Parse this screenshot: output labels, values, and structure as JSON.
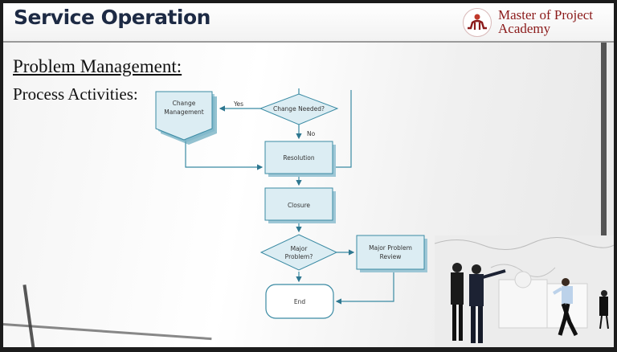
{
  "header": {
    "title": "Service Operation",
    "logo": {
      "icon": "person-logo-icon",
      "line1": "Master of Project",
      "line2": "Academy",
      "color": "#8b1a1a"
    }
  },
  "content": {
    "heading": "Problem Management:",
    "subheading": "Process Activities:"
  },
  "flowchart": {
    "accent_color": "#3a8aa3",
    "fill_color": "#dcedf3",
    "nodes": {
      "change_management": "Change Management",
      "change_needed": "Change Needed?",
      "resolution": "Resolution",
      "closure": "Closure",
      "major_problem": "Major Problem?",
      "major_problem_review": "Major Problem Review",
      "end": "End"
    },
    "edges": {
      "yes": "Yes",
      "no": "No"
    }
  },
  "photo": {
    "description": "business-team-puzzle-photo"
  }
}
